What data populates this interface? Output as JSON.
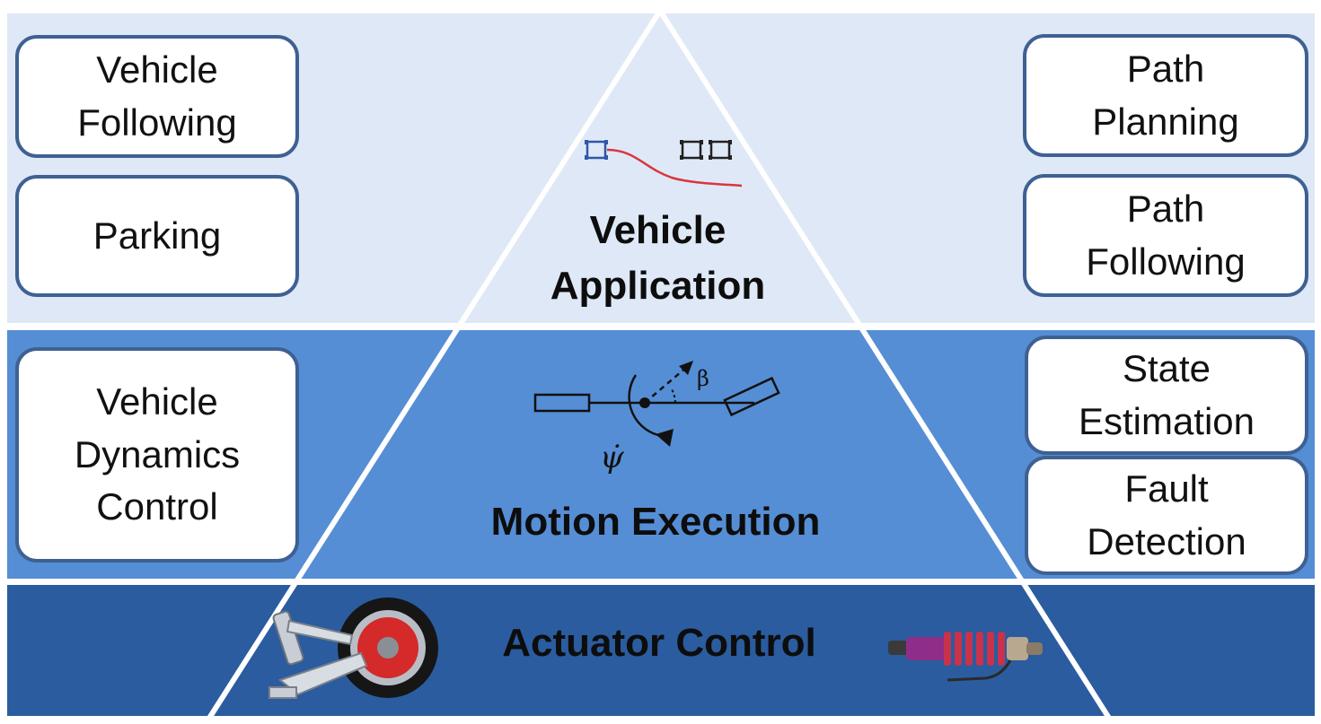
{
  "layers": {
    "top": {
      "title": "Vehicle\nApplication"
    },
    "middle": {
      "title": "Motion Execution"
    },
    "bottom": {
      "title": "Actuator Control"
    }
  },
  "left_boxes": {
    "vehicle_following": "Vehicle\nFollowing",
    "parking": "Parking",
    "vehicle_dynamics_control": "Vehicle\nDynamics\nControl"
  },
  "right_boxes": {
    "path_planning": "Path\nPlanning",
    "path_following": "Path\nFollowing",
    "state_estimation": "State\nEstimation",
    "fault_detection": "Fault\nDetection"
  },
  "symbols": {
    "beta": "β",
    "psi_dot": "ψ̇"
  },
  "icons": {
    "top": "vehicle-path-icon",
    "middle": "motion-diagram-icon",
    "bottom_left": "suspension-wheel-icon",
    "bottom_right": "shock-absorber-icon"
  },
  "colors": {
    "band_top": "#dfe8f6",
    "band_middle": "#558ed5",
    "band_bottom": "#2a5c9f",
    "box_border": "#3e6193",
    "path_line": "#d9363e",
    "spring": "#c8324b",
    "brake": "#d42a2a"
  }
}
